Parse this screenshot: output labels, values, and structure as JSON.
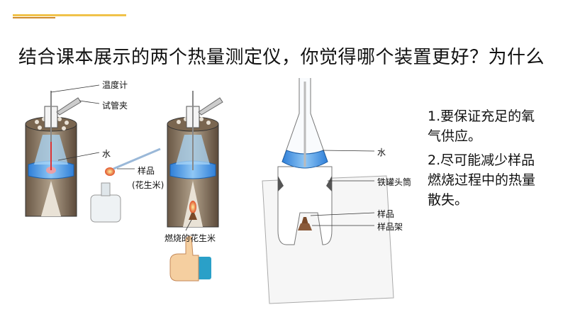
{
  "title": "结合课本展示的两个热量测定仪，你觉得哪个装置更好？为什么",
  "labels": {
    "thermometer": "温度计",
    "test_tube_clamp": "试管夹",
    "water_left": "水",
    "sample": "样品",
    "sample_sub": "(花生米)",
    "burning_peanut": "燃烧的花生米",
    "water_right": "水",
    "tin_can": "铁罐头筒",
    "sample_right": "样品",
    "sample_holder": "样品架"
  },
  "notes": {
    "point1_line1": "1.要保证充足的氧",
    "point1_line2": "气供应。",
    "point2_line1": "2.尽可能减少样品",
    "point2_line2": "燃烧过程中的热量",
    "point2_line3": "散失。"
  },
  "colors": {
    "water": "#3a8fe0",
    "can": "#6b5a48",
    "accent": "#f0c24a"
  }
}
